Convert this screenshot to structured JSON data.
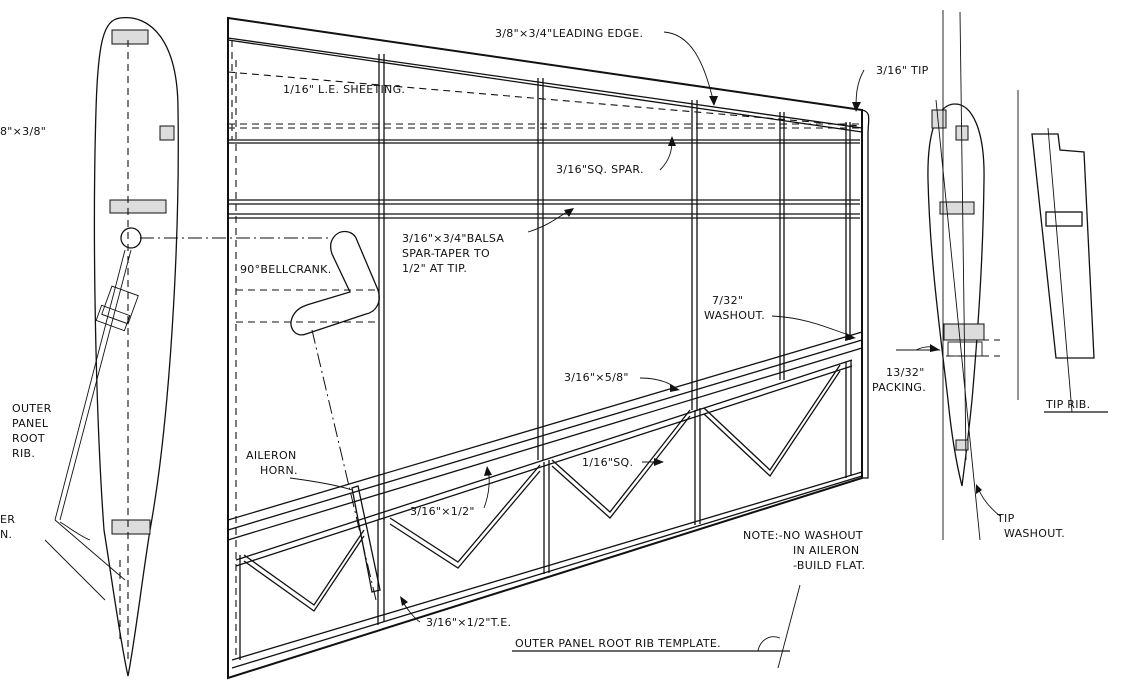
{
  "labels": {
    "leading_edge": "3/8\"×3/4\"LEADING EDGE.",
    "tip": "3/16\" TIP",
    "le_sheeting": "1/16\" L.E. SHEETING.",
    "sq_spar": "3/16\"SQ. SPAR.",
    "balsa_1": "3/16\"×3/4\"BALSA",
    "balsa_2": "SPAR-TAPER TO",
    "balsa_3": "1/2\" AT TIP.",
    "bellcrank": "90°BELLCRANK.",
    "washout_1": "7/32\"",
    "washout_2": "WASHOUT.",
    "spar_5_8": "3/16\"×5/8\"",
    "packing_1": "13/32\"",
    "packing_2": "PACKING.",
    "aileron_horn_1": "AILERON",
    "aileron_horn_2": "HORN.",
    "sq_1_16": "1/16\"SQ.",
    "spar_1_2": "3/16\"×1/2\"",
    "te": "3/16\"×1/2\"T.E.",
    "note_1": "NOTE:-NO WASHOUT",
    "note_2": "IN AILERON",
    "note_3": "-BUILD FLAT.",
    "template": "OUTER PANEL ROOT RIB TEMPLATE.",
    "tip_rib": "TIP RIB.",
    "tip_washout_1": "TIP",
    "tip_washout_2": "WASHOUT.",
    "outer_panel_1": "OUTER",
    "outer_panel_2": "PANEL",
    "outer_panel_3": "ROOT",
    "outer_panel_4": "RIB.",
    "edge_top_left": "8\"×3/8\"",
    "edge_left_1": "ER",
    "edge_left_2": "N."
  }
}
